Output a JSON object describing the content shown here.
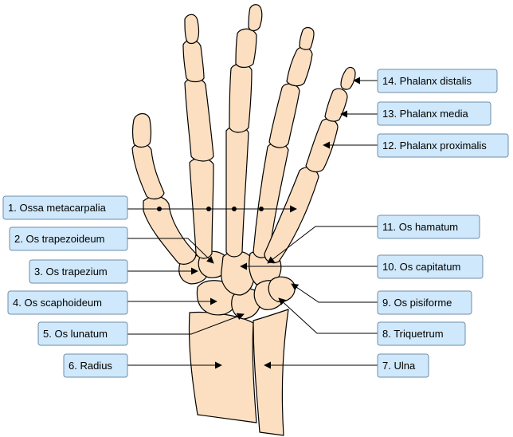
{
  "diagram": {
    "colors": {
      "bone_fill": "#fbdfc0",
      "label_fill": "#cfe8fb",
      "label_border": "#6f8ea8"
    },
    "labels": {
      "l1": "1. Ossa metacarpalia",
      "l2": "2. Os trapezoideum",
      "l3": "3. Os trapezium",
      "l4": "4. Os scaphoideum",
      "l5": "5. Os lunatum",
      "l6": "6. Radius",
      "l7": "7. Ulna",
      "l8": "8. Triquetrum",
      "l9": "9. Os pisiforme",
      "l10": "10. Os capitatum",
      "l11": "11. Os hamatum",
      "l12": "12. Phalanx proximalis",
      "l13": "13. Phalanx media",
      "l14": "14. Phalanx distalis"
    }
  }
}
